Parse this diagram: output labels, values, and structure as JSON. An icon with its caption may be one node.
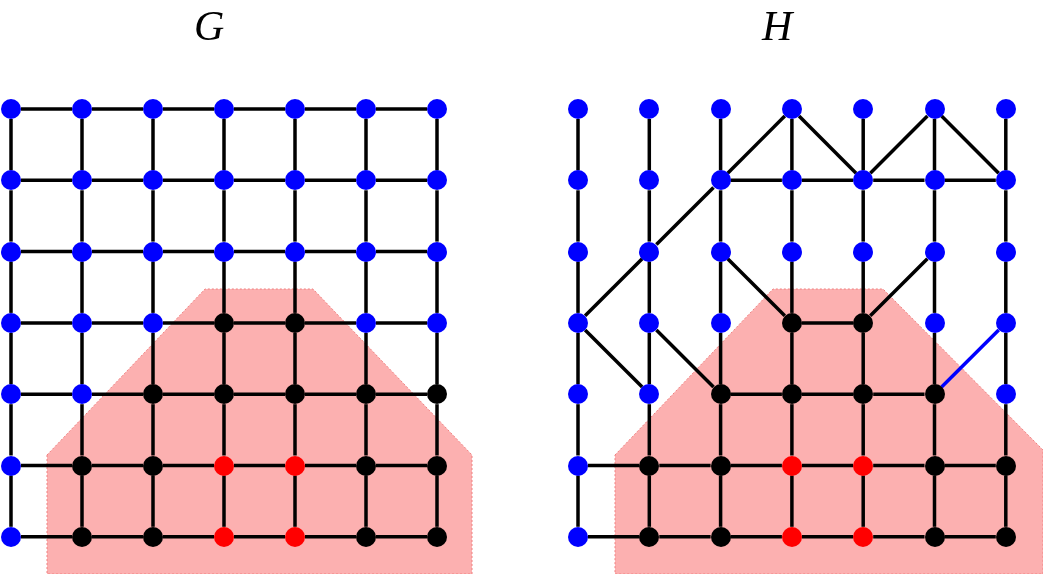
{
  "diagram": {
    "labels": [
      "G",
      "H"
    ],
    "nodes": [
      {
        "text": [],
        "shape": "circle"
      },
      {
        "text": [],
        "shape": "circle"
      },
      {
        "text": [],
        "shape": "circle"
      },
      {
        "text": [],
        "shape": "circle"
      },
      {
        "text": [],
        "shape": "circle"
      },
      {
        "text": [],
        "shape": "circle"
      },
      {
        "text": [],
        "shape": "circle"
      },
      {
        "text": [],
        "shape": "circle"
      },
      {
        "text": [],
        "shape": "circle"
      },
      {
        "text": [],
        "shape": "circle"
      },
      {
        "text": [],
        "shape": "circle"
      },
      {
        "text": [],
        "shape": "circle"
      },
      {
        "text": [],
        "shape": "circle"
      },
      {
        "text": [],
        "shape": "circle"
      },
      {
        "text": [],
        "shape": "circle"
      },
      {
        "text": [],
        "shape": "circle"
      },
      {
        "text": [],
        "shape": "circle"
      },
      {
        "text": [],
        "shape": "circle"
      },
      {
        "text": [],
        "shape": "circle"
      },
      {
        "text": [],
        "shape": "circle"
      },
      {
        "text": [],
        "shape": "circle"
      },
      {
        "text": [],
        "shape": "circle"
      },
      {
        "text": [],
        "shape": "circle"
      },
      {
        "text": [],
        "shape": "circle"
      },
      {
        "text": [],
        "shape": "circle"
      },
      {
        "text": [],
        "shape": "circle"
      },
      {
        "text": [],
        "shape": "circle"
      },
      {
        "text": [],
        "shape": "circle"
      },
      {
        "text": [],
        "shape": "circle"
      },
      {
        "text": [],
        "shape": "circle"
      },
      {
        "text": [],
        "shape": "circle"
      },
      {
        "text": [],
        "shape": "circle"
      },
      {
        "text": [],
        "shape": "circle"
      },
      {
        "text": [],
        "shape": "circle"
      },
      {
        "text": [],
        "shape": "circle"
      },
      {
        "text": [],
        "shape": "circle"
      },
      {
        "text": [],
        "shape": "circle"
      },
      {
        "text": [],
        "shape": "circle"
      },
      {
        "text": [],
        "shape": "circle"
      },
      {
        "text": [],
        "shape": "circle"
      },
      {
        "text": [],
        "shape": "circle"
      },
      {
        "text": [],
        "shape": "circle"
      },
      {
        "text": [],
        "shape": "circle"
      },
      {
        "text": [],
        "shape": "circle"
      },
      {
        "text": [],
        "shape": "circle"
      },
      {
        "text": [],
        "shape": "circle"
      },
      {
        "text": [],
        "shape": "circle"
      },
      {
        "text": [],
        "shape": "circle"
      },
      {
        "text": [],
        "shape": "circle"
      },
      {
        "text": [],
        "shape": "circle"
      },
      {
        "text": [],
        "shape": "circle"
      },
      {
        "text": [],
        "shape": "circle"
      },
      {
        "text": [],
        "shape": "circle"
      },
      {
        "text": [],
        "shape": "circle"
      },
      {
        "text": [],
        "shape": "circle"
      },
      {
        "text": [],
        "shape": "circle"
      },
      {
        "text": [],
        "shape": "circle"
      },
      {
        "text": [],
        "shape": "circle"
      },
      {
        "text": [],
        "shape": "circle"
      },
      {
        "text": [],
        "shape": "circle"
      },
      {
        "text": [],
        "shape": "circle"
      },
      {
        "text": [],
        "shape": "circle"
      },
      {
        "text": [],
        "shape": "circle"
      },
      {
        "text": [],
        "shape": "circle"
      },
      {
        "text": [],
        "shape": "circle"
      },
      {
        "text": [],
        "shape": "circle"
      },
      {
        "text": [],
        "shape": "circle"
      },
      {
        "text": [],
        "shape": "circle"
      },
      {
        "text": [],
        "shape": "circle"
      },
      {
        "text": [],
        "shape": "circle"
      },
      {
        "text": [],
        "shape": "circle"
      },
      {
        "text": [],
        "shape": "circle"
      },
      {
        "text": [],
        "shape": "circle"
      },
      {
        "text": [],
        "shape": "circle"
      },
      {
        "text": [],
        "shape": "circle"
      },
      {
        "text": [],
        "shape": "circle"
      },
      {
        "text": [],
        "shape": "circle"
      },
      {
        "text": [],
        "shape": "circle"
      },
      {
        "text": [],
        "shape": "circle"
      },
      {
        "text": [],
        "shape": "circle"
      },
      {
        "text": [],
        "shape": "circle"
      },
      {
        "text": [],
        "shape": "circle"
      },
      {
        "text": [],
        "shape": "circle"
      },
      {
        "text": [],
        "shape": "circle"
      },
      {
        "text": [],
        "shape": "circle"
      },
      {
        "text": [],
        "shape": "circle"
      },
      {
        "text": [],
        "shape": "circle"
      },
      {
        "text": [],
        "shape": "circle"
      },
      {
        "text": [],
        "shape": "circle"
      },
      {
        "text": [],
        "shape": "circle"
      },
      {
        "text": [],
        "shape": "circle"
      },
      {
        "text": [],
        "shape": "circle"
      },
      {
        "text": [],
        "shape": "circle"
      },
      {
        "text": [],
        "shape": "circle"
      },
      {
        "text": [],
        "shape": "circle"
      },
      {
        "text": [],
        "shape": "circle"
      },
      {
        "text": [],
        "shape": "circle"
      },
      {
        "text": [],
        "shape": "circle"
      }
    ],
    "edges": [
      {
        "from": 0,
        "to": 1,
        "arrow": "none"
      },
      {
        "from": 1,
        "to": 2,
        "arrow": "none"
      },
      {
        "from": 2,
        "to": 3,
        "arrow": "none"
      },
      {
        "from": 3,
        "to": 4,
        "arrow": "none"
      },
      {
        "from": 4,
        "to": 5,
        "arrow": "none"
      },
      {
        "from": 5,
        "to": 6,
        "arrow": "none"
      },
      {
        "from": 7,
        "to": 8,
        "arrow": "none"
      },
      {
        "from": 8,
        "to": 9,
        "arrow": "none"
      },
      {
        "from": 9,
        "to": 10,
        "arrow": "none"
      },
      {
        "from": 10,
        "to": 11,
        "arrow": "none"
      },
      {
        "from": 11,
        "to": 12,
        "arrow": "none"
      },
      {
        "from": 12,
        "to": 13,
        "arrow": "none"
      },
      {
        "from": 14,
        "to": 15,
        "arrow": "none"
      },
      {
        "from": 15,
        "to": 16,
        "arrow": "none"
      },
      {
        "from": 16,
        "to": 17,
        "arrow": "none"
      },
      {
        "from": 17,
        "to": 18,
        "arrow": "none"
      },
      {
        "from": 18,
        "to": 19,
        "arrow": "none"
      },
      {
        "from": 19,
        "to": 20,
        "arrow": "none"
      },
      {
        "from": 21,
        "to": 22,
        "arrow": "none"
      },
      {
        "from": 22,
        "to": 23,
        "arrow": "none"
      },
      {
        "from": 23,
        "to": 24,
        "arrow": "none"
      },
      {
        "from": 24,
        "to": 25,
        "arrow": "none"
      },
      {
        "from": 25,
        "to": 26,
        "arrow": "none"
      },
      {
        "from": 26,
        "to": 27,
        "arrow": "none"
      },
      {
        "from": 28,
        "to": 29,
        "arrow": "none"
      },
      {
        "from": 29,
        "to": 30,
        "arrow": "none"
      },
      {
        "from": 30,
        "to": 31,
        "arrow": "none"
      },
      {
        "from": 31,
        "to": 32,
        "arrow": "none"
      },
      {
        "from": 32,
        "to": 33,
        "arrow": "none"
      },
      {
        "from": 33,
        "to": 34,
        "arrow": "none"
      },
      {
        "from": 35,
        "to": 36,
        "arrow": "none"
      },
      {
        "from": 36,
        "to": 37,
        "arrow": "none"
      },
      {
        "from": 37,
        "to": 38,
        "arrow": "none"
      },
      {
        "from": 38,
        "to": 39,
        "arrow": "none"
      },
      {
        "from": 39,
        "to": 40,
        "arrow": "none"
      },
      {
        "from": 40,
        "to": 41,
        "arrow": "none"
      },
      {
        "from": 42,
        "to": 43,
        "arrow": "none"
      },
      {
        "from": 43,
        "to": 44,
        "arrow": "none"
      },
      {
        "from": 44,
        "to": 45,
        "arrow": "none"
      },
      {
        "from": 45,
        "to": 46,
        "arrow": "none"
      },
      {
        "from": 46,
        "to": 47,
        "arrow": "none"
      },
      {
        "from": 47,
        "to": 48,
        "arrow": "none"
      },
      {
        "from": 0,
        "to": 7,
        "arrow": "none"
      },
      {
        "from": 7,
        "to": 14,
        "arrow": "none"
      },
      {
        "from": 14,
        "to": 21,
        "arrow": "none"
      },
      {
        "from": 21,
        "to": 28,
        "arrow": "none"
      },
      {
        "from": 28,
        "to": 35,
        "arrow": "none"
      },
      {
        "from": 35,
        "to": 42,
        "arrow": "none"
      },
      {
        "from": 1,
        "to": 8,
        "arrow": "none"
      },
      {
        "from": 8,
        "to": 15,
        "arrow": "none"
      },
      {
        "from": 15,
        "to": 22,
        "arrow": "none"
      },
      {
        "from": 22,
        "to": 29,
        "arrow": "none"
      },
      {
        "from": 29,
        "to": 36,
        "arrow": "none"
      },
      {
        "from": 36,
        "to": 43,
        "arrow": "none"
      },
      {
        "from": 2,
        "to": 9,
        "arrow": "none"
      },
      {
        "from": 9,
        "to": 16,
        "arrow": "none"
      },
      {
        "from": 16,
        "to": 23,
        "arrow": "none"
      },
      {
        "from": 23,
        "to": 30,
        "arrow": "none"
      },
      {
        "from": 30,
        "to": 37,
        "arrow": "none"
      },
      {
        "from": 37,
        "to": 44,
        "arrow": "none"
      },
      {
        "from": 3,
        "to": 10,
        "arrow": "none"
      },
      {
        "from": 10,
        "to": 17,
        "arrow": "none"
      },
      {
        "from": 17,
        "to": 24,
        "arrow": "none"
      },
      {
        "from": 24,
        "to": 31,
        "arrow": "none"
      },
      {
        "from": 31,
        "to": 38,
        "arrow": "none"
      },
      {
        "from": 38,
        "to": 45,
        "arrow": "none"
      },
      {
        "from": 4,
        "to": 11,
        "arrow": "none"
      },
      {
        "from": 11,
        "to": 18,
        "arrow": "none"
      },
      {
        "from": 18,
        "to": 25,
        "arrow": "none"
      },
      {
        "from": 25,
        "to": 32,
        "arrow": "none"
      },
      {
        "from": 32,
        "to": 39,
        "arrow": "none"
      },
      {
        "from": 39,
        "to": 46,
        "arrow": "none"
      },
      {
        "from": 5,
        "to": 12,
        "arrow": "none"
      },
      {
        "from": 12,
        "to": 19,
        "arrow": "none"
      },
      {
        "from": 19,
        "to": 26,
        "arrow": "none"
      },
      {
        "from": 26,
        "to": 33,
        "arrow": "none"
      },
      {
        "from": 33,
        "to": 40,
        "arrow": "none"
      },
      {
        "from": 40,
        "to": 47,
        "arrow": "none"
      },
      {
        "from": 6,
        "to": 13,
        "arrow": "none"
      },
      {
        "from": 13,
        "to": 20,
        "arrow": "none"
      },
      {
        "from": 20,
        "to": 27,
        "arrow": "none"
      },
      {
        "from": 27,
        "to": 34,
        "arrow": "none"
      },
      {
        "from": 34,
        "to": 41,
        "arrow": "none"
      },
      {
        "from": 41,
        "to": 48,
        "arrow": "none"
      },
      {
        "from": 58,
        "to": 59,
        "arrow": "none"
      },
      {
        "from": 59,
        "to": 60,
        "arrow": "none"
      },
      {
        "from": 60,
        "to": 61,
        "arrow": "none"
      },
      {
        "from": 61,
        "to": 62,
        "arrow": "none"
      },
      {
        "from": 73,
        "to": 74,
        "arrow": "none"
      },
      {
        "from": 79,
        "to": 80,
        "arrow": "none"
      },
      {
        "from": 80,
        "to": 81,
        "arrow": "none"
      },
      {
        "from": 81,
        "to": 82,
        "arrow": "none"
      },
      {
        "from": 84,
        "to": 85,
        "arrow": "none"
      },
      {
        "from": 85,
        "to": 86,
        "arrow": "none"
      },
      {
        "from": 86,
        "to": 87,
        "arrow": "none"
      },
      {
        "from": 87,
        "to": 88,
        "arrow": "none"
      },
      {
        "from": 88,
        "to": 89,
        "arrow": "none"
      },
      {
        "from": 89,
        "to": 90,
        "arrow": "none"
      },
      {
        "from": 91,
        "to": 92,
        "arrow": "none"
      },
      {
        "from": 92,
        "to": 93,
        "arrow": "none"
      },
      {
        "from": 93,
        "to": 94,
        "arrow": "none"
      },
      {
        "from": 94,
        "to": 95,
        "arrow": "none"
      },
      {
        "from": 95,
        "to": 96,
        "arrow": "none"
      },
      {
        "from": 96,
        "to": 97,
        "arrow": "none"
      },
      {
        "from": 49,
        "to": 56,
        "arrow": "none"
      },
      {
        "from": 56,
        "to": 63,
        "arrow": "none"
      },
      {
        "from": 63,
        "to": 70,
        "arrow": "none"
      },
      {
        "from": 70,
        "to": 77,
        "arrow": "none"
      },
      {
        "from": 77,
        "to": 84,
        "arrow": "none"
      },
      {
        "from": 84,
        "to": 91,
        "arrow": "none"
      },
      {
        "from": 50,
        "to": 57,
        "arrow": "none"
      },
      {
        "from": 57,
        "to": 64,
        "arrow": "none"
      },
      {
        "from": 64,
        "to": 71,
        "arrow": "none"
      },
      {
        "from": 71,
        "to": 78,
        "arrow": "none"
      },
      {
        "from": 78,
        "to": 85,
        "arrow": "none"
      },
      {
        "from": 85,
        "to": 92,
        "arrow": "none"
      },
      {
        "from": 51,
        "to": 58,
        "arrow": "none"
      },
      {
        "from": 58,
        "to": 65,
        "arrow": "none"
      },
      {
        "from": 65,
        "to": 72,
        "arrow": "none"
      },
      {
        "from": 72,
        "to": 79,
        "arrow": "none"
      },
      {
        "from": 79,
        "to": 86,
        "arrow": "none"
      },
      {
        "from": 86,
        "to": 93,
        "arrow": "none"
      },
      {
        "from": 52,
        "to": 59,
        "arrow": "none"
      },
      {
        "from": 59,
        "to": 66,
        "arrow": "none"
      },
      {
        "from": 66,
        "to": 73,
        "arrow": "none"
      },
      {
        "from": 73,
        "to": 80,
        "arrow": "none"
      },
      {
        "from": 80,
        "to": 87,
        "arrow": "none"
      },
      {
        "from": 87,
        "to": 94,
        "arrow": "none"
      },
      {
        "from": 53,
        "to": 60,
        "arrow": "none"
      },
      {
        "from": 60,
        "to": 67,
        "arrow": "none"
      },
      {
        "from": 67,
        "to": 74,
        "arrow": "none"
      },
      {
        "from": 74,
        "to": 81,
        "arrow": "none"
      },
      {
        "from": 81,
        "to": 88,
        "arrow": "none"
      },
      {
        "from": 88,
        "to": 95,
        "arrow": "none"
      },
      {
        "from": 54,
        "to": 61,
        "arrow": "none"
      },
      {
        "from": 61,
        "to": 68,
        "arrow": "none"
      },
      {
        "from": 68,
        "to": 75,
        "arrow": "none"
      },
      {
        "from": 75,
        "to": 82,
        "arrow": "none"
      },
      {
        "from": 82,
        "to": 89,
        "arrow": "none"
      },
      {
        "from": 89,
        "to": 96,
        "arrow": "none"
      },
      {
        "from": 55,
        "to": 62,
        "arrow": "none"
      },
      {
        "from": 62,
        "to": 69,
        "arrow": "none"
      },
      {
        "from": 69,
        "to": 76,
        "arrow": "none"
      },
      {
        "from": 76,
        "to": 83,
        "arrow": "none"
      },
      {
        "from": 83,
        "to": 90,
        "arrow": "none"
      },
      {
        "from": 90,
        "to": 97,
        "arrow": "none"
      },
      {
        "from": 52,
        "to": 58,
        "arrow": "none"
      },
      {
        "from": 58,
        "to": 64,
        "arrow": "none"
      },
      {
        "from": 64,
        "to": 70,
        "arrow": "none"
      },
      {
        "from": 52,
        "to": 60,
        "arrow": "none"
      },
      {
        "from": 60,
        "to": 54,
        "arrow": "none"
      },
      {
        "from": 54,
        "to": 62,
        "arrow": "none"
      },
      {
        "from": 65,
        "to": 73,
        "arrow": "none"
      },
      {
        "from": 68,
        "to": 74,
        "arrow": "none"
      },
      {
        "from": 70,
        "to": 78,
        "arrow": "none"
      },
      {
        "from": 71,
        "to": 79,
        "arrow": "none"
      },
      {
        "from": 76,
        "to": 82,
        "arrow": "none",
        "color": "#0000ff"
      }
    ]
  }
}
